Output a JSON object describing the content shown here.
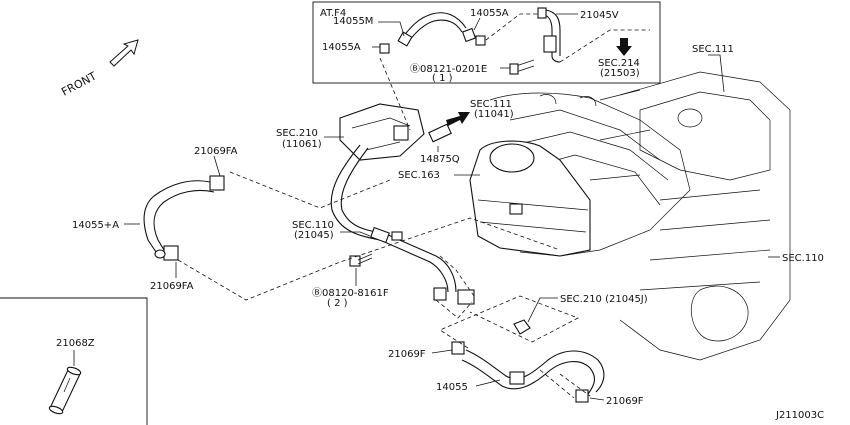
{
  "diagram_id": "J211003C",
  "inset_top": {
    "title": "AT.F4",
    "labels": {
      "p14055M": "14055M",
      "p14055A_right": "14055A",
      "p21045V": "21045V",
      "p14055A_left": "14055A",
      "bolt": "Ⓑ08121-0201E",
      "bolt_qty": "( 1 )",
      "sec214": "SEC.214",
      "sec214_ref": "(21503)"
    }
  },
  "inset_bottom_left": {
    "label": "21068Z"
  },
  "front_label": "FRONT",
  "labels": {
    "sec111_top": "SEC.111",
    "sec111_mid": "SEC.111",
    "sec111_mid_ref": "(11041)",
    "sec210": "SEC.210",
    "sec210_ref": "(11061)",
    "p14875Q": "14875Q",
    "sec163": "SEC.163",
    "p21069FA_top": "21069FA",
    "p14055plusA": "14055+A",
    "sec110_left": "SEC.110",
    "sec110_left_ref": "(21045)",
    "p21069FA_bottom": "21069FA",
    "bolt2": "Ⓑ08120-8161F",
    "bolt2_qty": "( 2 )",
    "sec210_right": "SEC.210 (21045J)",
    "sec110_right": "SEC.110",
    "p21069F_left": "21069F",
    "p14055": "14055",
    "p21069F_right": "21069F"
  }
}
